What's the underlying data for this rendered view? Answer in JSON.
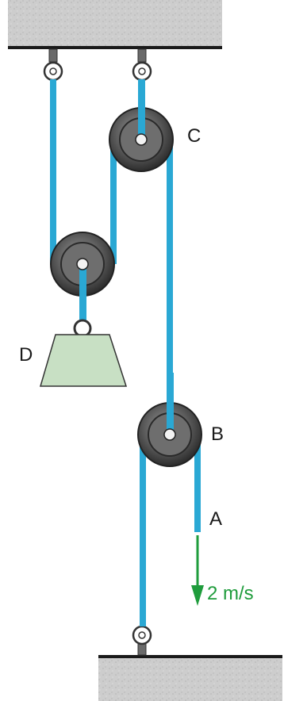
{
  "labels": {
    "pulley_c": "C",
    "pulley_b": "B",
    "rope_end_a": "A",
    "weight_d": "D"
  },
  "velocity": {
    "text": "2 m/s"
  },
  "colors": {
    "rope": "#2aa8d4",
    "arrow": "#1f9c3c",
    "weight": "#c8e0c4",
    "ceiling": "#c9c9c9"
  }
}
